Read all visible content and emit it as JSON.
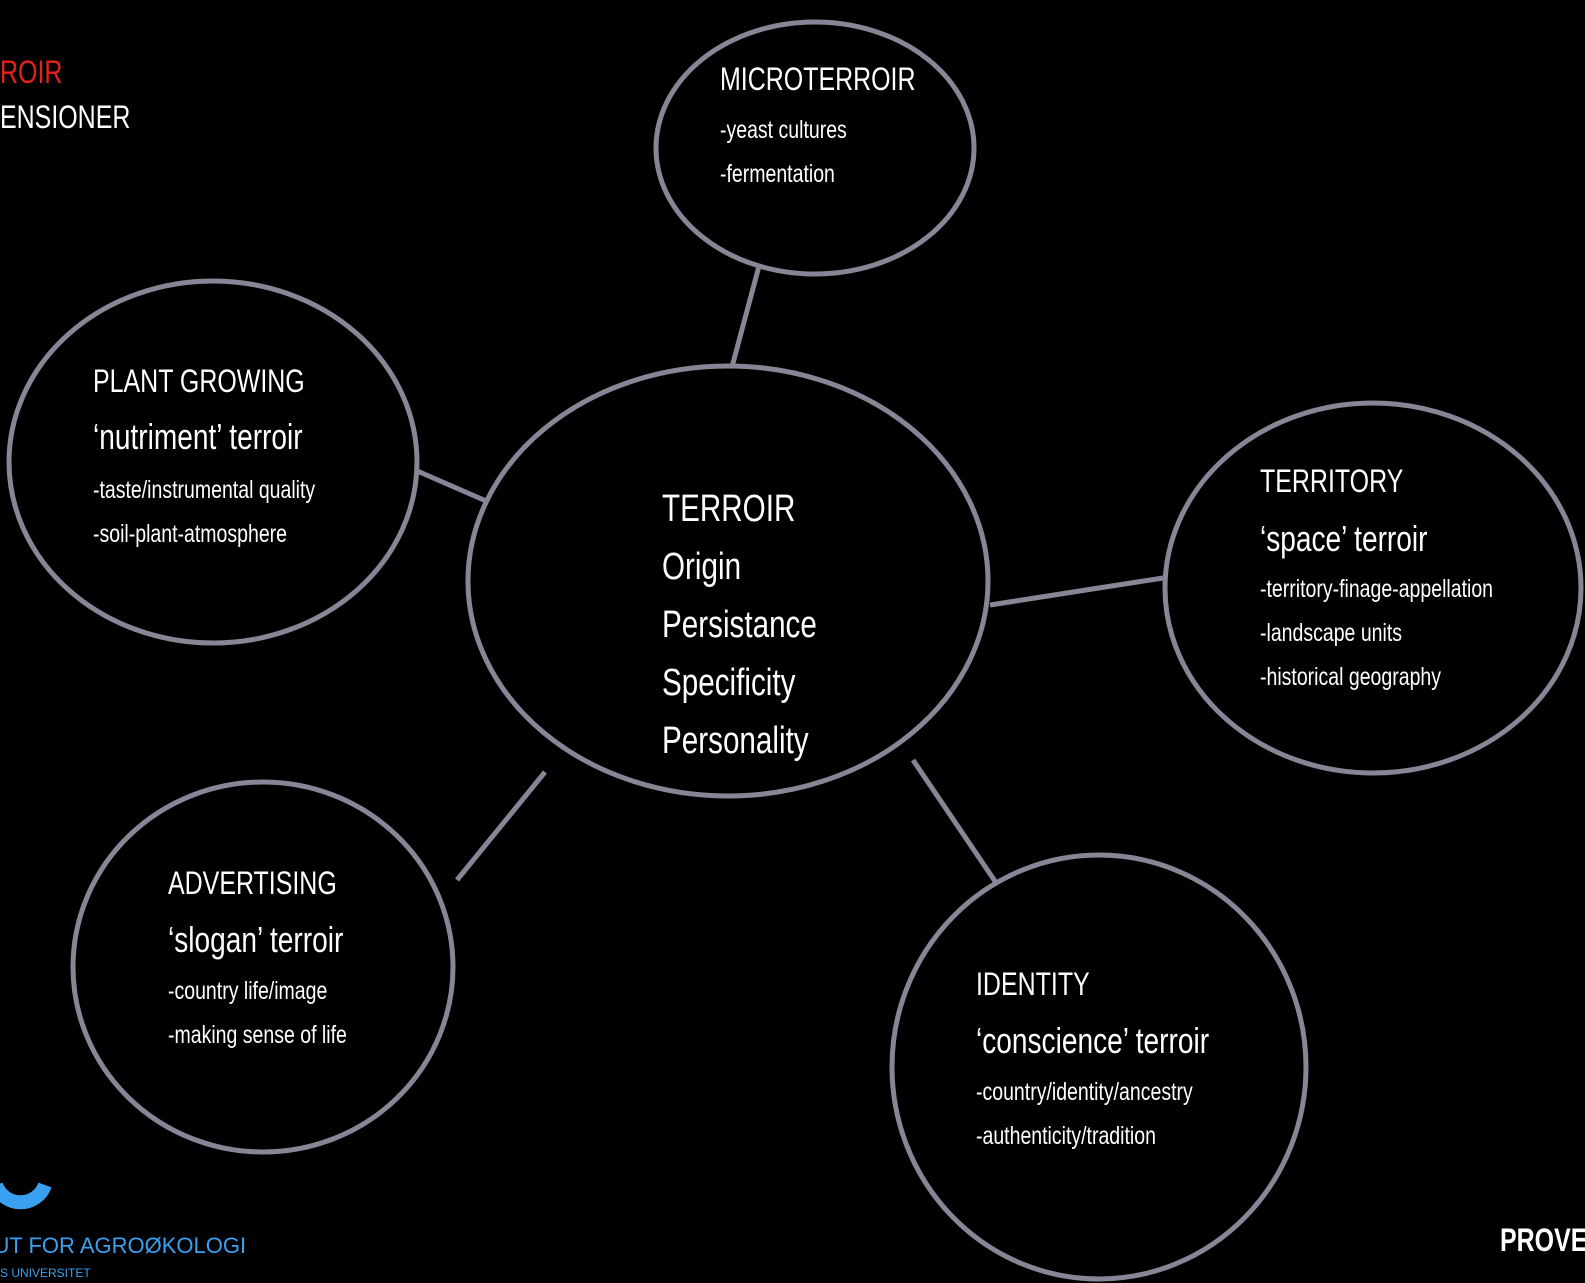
{
  "corner": {
    "title": "ROIR",
    "subtitle": "ENSIONER"
  },
  "center": {
    "lines": [
      "TERROIR",
      "Origin",
      "Persistance",
      "Specificity",
      "Personality"
    ]
  },
  "nodes": {
    "microterroir": {
      "title": "MICROTERROIR",
      "items": [
        "-yeast cultures",
        "-fermentation"
      ]
    },
    "plant_growing": {
      "title": "PLANT GROWING",
      "subtitle": "‘nutriment’ terroir",
      "items": [
        "-taste/instrumental quality",
        "-soil-plant-atmosphere"
      ]
    },
    "territory": {
      "title": "TERRITORY",
      "subtitle": "‘space’ terroir",
      "items": [
        "-territory-finage-appellation",
        "-landscape units",
        "-historical geography"
      ]
    },
    "advertising": {
      "title": "ADVERTISING",
      "subtitle": "‘slogan’ terroir",
      "items": [
        "-country life/image",
        "-making sense of life"
      ]
    },
    "identity": {
      "title": "IDENTITY",
      "subtitle": "‘conscience’ terroir",
      "items": [
        "-country/identity/ancestry",
        "-authenticity/tradition"
      ]
    }
  },
  "footer": {
    "institute": "TUT FOR AGROØKOLOGI",
    "university": "S UNIVERSITET",
    "right_text": "PROVEN"
  },
  "colors": {
    "background": "#000000",
    "stroke": "#8a8596",
    "text": "#ffffff",
    "accent": "#e8201a",
    "logo": "#3aa0f0"
  }
}
